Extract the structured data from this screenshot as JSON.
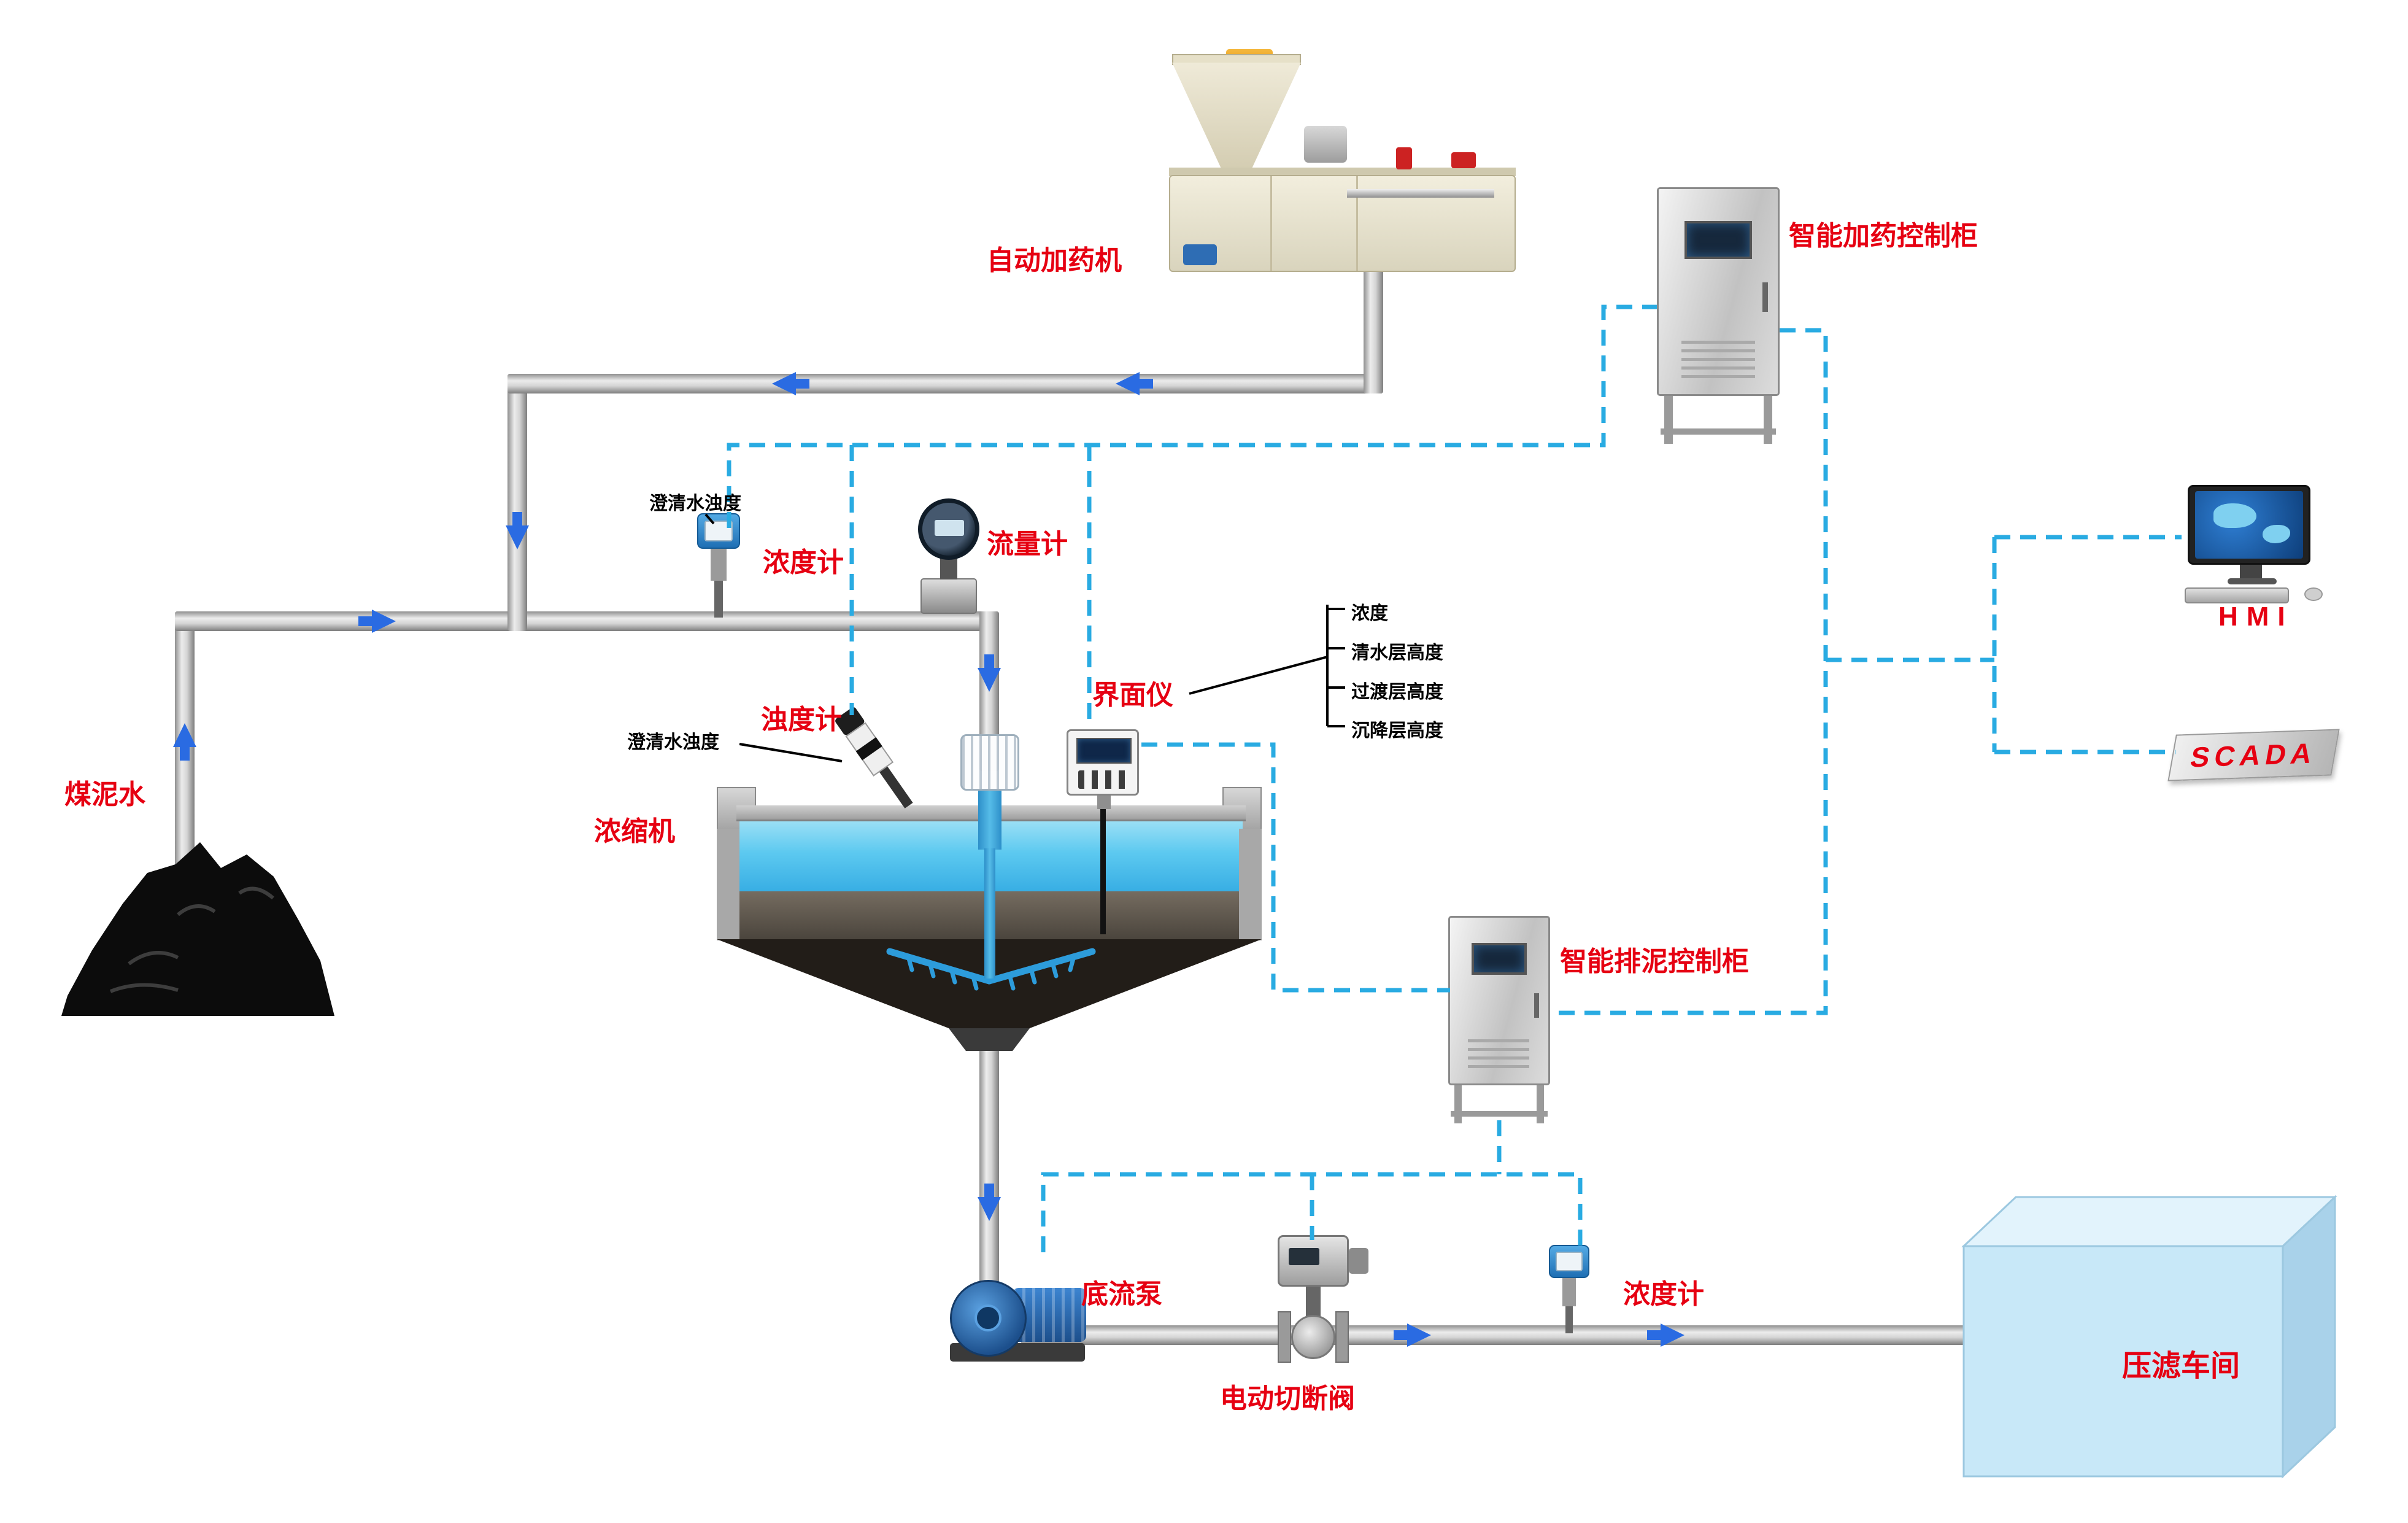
{
  "colors": {
    "label_red": "#e60012",
    "signal_dashed_blue": "#29abe2",
    "flow_arrow_blue": "#2a6be2",
    "pipe_gray": "#c9c9c9",
    "water_blue": "#45c0f0",
    "workshop_blue": "#c8e8f8",
    "coal_black": "#0c0c0c"
  },
  "equipment": {
    "dosing_machine": {
      "label": "自动加药机"
    },
    "dosing_cabinet": {
      "label": "智能加药控制柜"
    },
    "mud_cabinet": {
      "label": "智能排泥控制柜"
    },
    "hmi": {
      "label": "HMI"
    },
    "scada": {
      "label": "SCADA"
    },
    "coal_slurry": {
      "label": "煤泥水"
    },
    "density_meter_top": {
      "label": "浓度计",
      "note": "澄清水浊度"
    },
    "flow_meter": {
      "label": "流量计"
    },
    "turbidity_meter": {
      "label": "浊度计",
      "note": "澄清水浊度"
    },
    "interface_meter": {
      "label": "界面仪",
      "measurements": [
        "浓度",
        "清水层高度",
        "过渡层高度",
        "沉降层高度"
      ]
    },
    "thickener": {
      "label": "浓缩机"
    },
    "underflow_pump": {
      "label": "底流泵"
    },
    "shutoff_valve": {
      "label": "电动切断阀"
    },
    "density_meter_bottom": {
      "label": "浓度计"
    },
    "filter_press_workshop": {
      "label": "压滤车间"
    }
  }
}
